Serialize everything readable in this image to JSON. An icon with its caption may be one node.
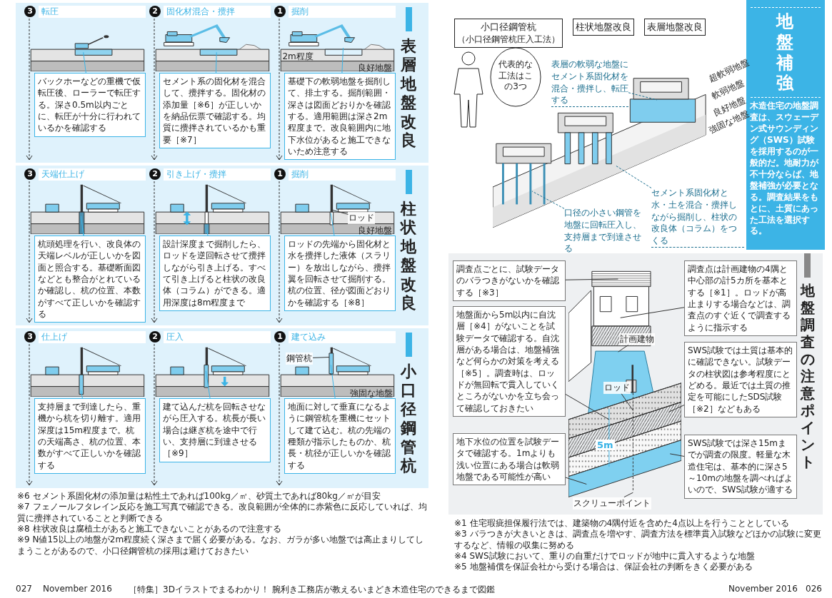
{
  "diagram": {
    "nodes": [
      {
        "text": [
          "表層地盤改良"
        ]
      },
      {
        "text": [
          "1",
          "掘削"
        ],
        "in": 0
      },
      {
        "text": [
          "基礎下の軟弱地盤を掘削して、排土する。掘削範囲・深さは図面どおりかを確認する。適用範囲は深さ2m程度まで。改良範囲内に地下水位があると施工できないため注意する"
        ],
        "in": 1
      },
      {
        "text": [
          "2",
          "固化材混合・攪拌"
        ],
        "in": 0
      },
      {
        "text": [
          "セメント系の固化材を混合して、攪拌する。固化材の添加量［※6］が正しいかを納品伝票で確認する。均質に攪拌されているかも重要［※7］"
        ],
        "in": 3
      },
      {
        "text": [
          "3",
          "転圧"
        ],
        "in": 0
      },
      {
        "text": [
          "バックホーなどの重機で仮転圧後、ローラーで転圧する。深さ0.5m以内ごとに、転圧が十分に行われているかを確認する"
        ],
        "in": 5
      },
      {
        "text": [
          "柱状地盤改良"
        ]
      },
      {
        "text": [
          "1",
          "掘削"
        ],
        "in": 7
      },
      {
        "text": [
          "ロッドの先端から固化材と水を攪拌した液体（スラリー）を放出しながら、攪拌翼を回転させて掘削する。杭の位置、径が図面どおりかを確認する［※8］"
        ],
        "in": 8
      },
      {
        "text": [
          "2",
          "引き上げ・攪拌"
        ],
        "in": 7
      },
      {
        "text": [
          "設計深度まで掘削したら、ロッドを逆回転させて攪拌しながら引き上げる。すべて引き上げると柱状の改良体（コラム）ができる。適用深度は8m程度まで"
        ],
        "in": 10
      },
      {
        "text": [
          "3",
          "天端仕上げ"
        ],
        "in": 7
      },
      {
        "text": [
          "杭頭処理を行い、改良体の天端レベルが正しいかを図面と照合する。基礎断面図などとも整合がとれているか確認し、杭の位置、本数がすべて正しいかを確認する"
        ],
        "in": 12
      },
      {
        "text": [
          "小口径鋼管杭"
        ]
      },
      {
        "text": [
          "1",
          "建て込み"
        ],
        "in": 14
      },
      {
        "text": [
          "地面に対して垂直になるように鋼管杭を重機にセットして建て込む。杭の先端の種類が指示したものか、杭長・杭径が正しいかを確認する"
        ],
        "in": 15
      },
      {
        "text": [
          "2",
          "圧入"
        ],
        "in": 14
      },
      {
        "text": [
          "建て込んだ杭を回転させながら圧入する。杭長が長い場合は継ぎ杭を途中で行い、支持層に到達させる［※9］"
        ],
        "in": 17
      },
      {
        "text": [
          "3",
          "仕上げ"
        ],
        "in": 14
      },
      {
        "text": [
          "支持層まで到達したら、重機から杭を切り離す。適用深度は15m程度まで。杭の天端高さ、杭の位置、本数がすべて正しいかを確認する"
        ],
        "in": 19
      },
      {
        "text": [
          "ロッド"
        ],
        "in": 8
      },
      {
        "text": [
          "鋼管杭"
        ],
        "in": 15
      },
      {
        "text": [
          "小口径鋼管杭",
          "（小口径鋼管杭圧入工法）"
        ]
      },
      {
        "text": [
          "柱状地盤改良"
        ]
      },
      {
        "text": [
          "表層地盤改良"
        ]
      },
      {
        "text": [
          "代表的な工法はこの3つ"
        ]
      },
      {
        "text": [
          "表層の軟弱な地盤にセメント系固化材を混合・攪拌し、転圧する"
        ]
      },
      {
        "text": [
          "セメント系固化材と水・土を混合・攪拌しながら掘削し、柱状の改良体（コラム）をつくる"
        ]
      },
      {
        "text": [
          "口径の小さい鋼管を地盤に回転圧入し、支持層まで到達させる"
        ]
      },
      {
        "text": [
          "地盤補強",
          "木造住宅の地盤調査は、スウェーデン式サウンディング（SWS）試験を採用するのが一般的だ。地耐力が不十分ならば、地盤補強が必要となる。調査結果をもとに、土質にあった工法を選択する。"
        ]
      },
      {
        "text": [
          "地盤調査の注意ポイント"
        ]
      },
      {
        "text": [
          "調査点ごとに、試験データのバラつきがないかを確認する［※3］"
        ],
        "in": 31
      },
      {
        "text": [
          "地盤面から5m以内に自沈層［※4］がないことを試験データで確認する。自沈層がある場合は、地盤補強など何らかの対策を考える［※5］。調査時は、ロッドが無回転で貫入していくところがないかを立ち会って確認しておきたい"
        ],
        "in": 31
      },
      {
        "text": [
          "地下水位の位置を試験データで確認する。1mよりも浅い位置にある場合は軟弱地盤である可能性が高い"
        ],
        "in": 31
      },
      {
        "text": [
          "調査点は計画建物の4隅と中心部の計5カ所を基本とする［※1］。ロッドが高止まりする場合などは、調査点のすぐ近くで調査するように指示する"
        ],
        "in": 31
      },
      {
        "text": [
          "SWS試験では土質は基本的に確認できない。試験データの柱状図は参考程度にとどめる。最近では土質の推定を可能にしたSDS試験［※2］などもある"
        ],
        "in": 31
      },
      {
        "text": [
          "SWS試験では深さ15mまでが調査の限度。軽量な木造住宅は、基本的に深さ5～10mの地盤を調べればよいので、SWS試験が適する"
        ],
        "in": 31
      },
      {
        "text": [
          "計画建物"
        ],
        "in": 31
      },
      {
        "text": [
          "ロッド"
        ],
        "in": 31
      },
      {
        "text": [
          "スクリューポイント"
        ],
        "in": 31
      }
    ],
    "edges": [
      {
        "from": 2,
        "to": null,
        "arrow": "none",
        "color": "#3cb4e6"
      },
      {
        "from": 4,
        "to": null,
        "arrow": "none",
        "color": "#3cb4e6"
      },
      {
        "from": 6,
        "to": null,
        "arrow": "none",
        "color": "#3cb4e6"
      },
      {
        "from": 9,
        "to": null,
        "arrow": "none",
        "color": "#3cb4e6"
      },
      {
        "from": 11,
        "to": null,
        "arrow": "none",
        "color": "#3cb4e6"
      },
      {
        "from": 13,
        "to": null,
        "arrow": "none",
        "color": "#3cb4e6"
      },
      {
        "from": 13,
        "to": null,
        "arrow": "none",
        "color": "#3cb4e6"
      },
      {
        "from": 16,
        "to": null,
        "arrow": "none",
        "color": "#3cb4e6"
      },
      {
        "from": 18,
        "to": null,
        "arrow": "none",
        "color": "#3cb4e6"
      },
      {
        "from": 20,
        "to": null,
        "arrow": "none",
        "color": "#3cb4e6"
      },
      {
        "from": 21,
        "to": null,
        "arrow": "none"
      },
      {
        "from": 22,
        "to": null,
        "arrow": "none"
      },
      {
        "from": 27,
        "to": null,
        "arrow": "none",
        "style": "dashed",
        "color": "#1d6f8f"
      },
      {
        "from": 28,
        "to": null,
        "arrow": "none",
        "style": "dashed",
        "color": "#1d6f8f"
      },
      {
        "from": 29,
        "to": null,
        "arrow": "none",
        "style": "dashed",
        "color": "#1d6f8f"
      },
      {
        "from": 32,
        "to": null,
        "arrow": "none"
      },
      {
        "from": 33,
        "to": null,
        "arrow": "none"
      },
      {
        "from": 34,
        "to": null,
        "arrow": "none"
      },
      {
        "from": 35,
        "to": null,
        "arrow": "none"
      },
      {
        "from": 36,
        "to": null,
        "arrow": "none"
      },
      {
        "from": 37,
        "to": null,
        "arrow": "none"
      },
      {
        "from": 38,
        "to": null,
        "arrow": "none"
      },
      {
        "from": 39,
        "to": null,
        "arrow": "none"
      },
      {
        "from": 40,
        "to": null,
        "arrow": "none"
      }
    ],
    "labels": [
      "2m程度",
      "良好地盤",
      "良好地盤",
      "強固な地盤",
      "超軟弱地盤",
      "軟弱地盤",
      "良好地盤",
      "強固な地盤",
      "5m",
      "※6 セメント系固化材の添加量は粘性土であれば100kg／㎥、砂質土であれば80kg／㎥が目安",
      "※7 フェノールフタレイン反応を施工写真で確認できる。改良範囲が全体的に赤紫色に反応していれば、均質に攪拌されていることと判断できる",
      "※8 柱状改良は腐植土があると施工できないことがあるので注意する",
      "※9 N値15以上の地盤が2m程度続く深さまで届く必要がある。なお、ガラが多い地盤では高止まりしてしまうことがあるので、小口径鋼管杭の採用は避けておきたい",
      "※1 住宅瑕疵担保履行法では、建築物の4隅付近を含めた4点以上を行うこととしている",
      "※3 バラつきが大きいときは、調査点を増やす、調査方法を標準貫入試験などほかの試験に変更するなど、情報の収集に努める",
      "※4 SWS試験において、重りの自重だけでロッドが地中に貫入するような地盤",
      "※5 地盤補償を保証会社から受ける場合は、保証会社の判断をきく必要がある",
      "027",
      "November 2016",
      "［特集］3Dイラストでまるわかり！ 腕利き工務店が教えるいまどき木造住宅のできるまで図鑑",
      "November 2016",
      "026"
    ]
  }
}
